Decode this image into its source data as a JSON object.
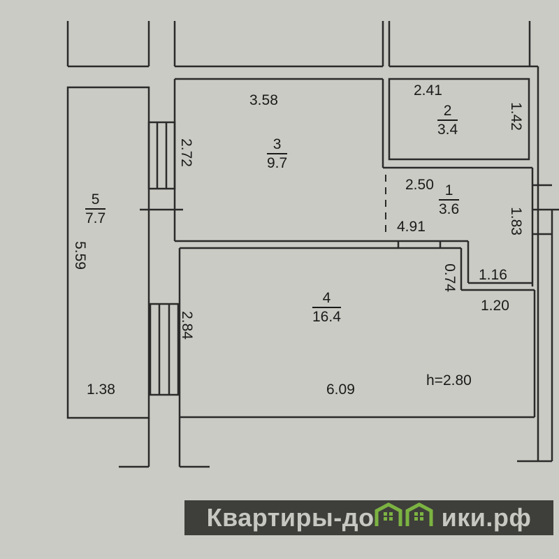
{
  "rooms": [
    {
      "number": "1",
      "area": "3.6"
    },
    {
      "number": "2",
      "area": "3.4"
    },
    {
      "number": "3",
      "area": "9.7"
    },
    {
      "number": "4",
      "area": "16.4"
    },
    {
      "number": "5",
      "area": "7.7"
    }
  ],
  "dimensions": {
    "r3_width": "3.58",
    "r3_height": "2.72",
    "r2_width": "2.41",
    "r2_height": "1.42",
    "r1_width": "2.50",
    "r1_height": "1.83",
    "r1_bottom": "4.91",
    "step_vertical": "0.74",
    "step_inner": "1.16",
    "step_outer": "1.20",
    "r4_height": "2.84",
    "r4_width": "6.09",
    "r5_height": "5.59",
    "r5_width": "1.38"
  },
  "ceiling_height": "h=2.80",
  "watermark": {
    "text_before": "Квартиры-до",
    "text_after": "ики.рф",
    "icon": "houses-logo-icon",
    "accent": "#7cb342"
  }
}
